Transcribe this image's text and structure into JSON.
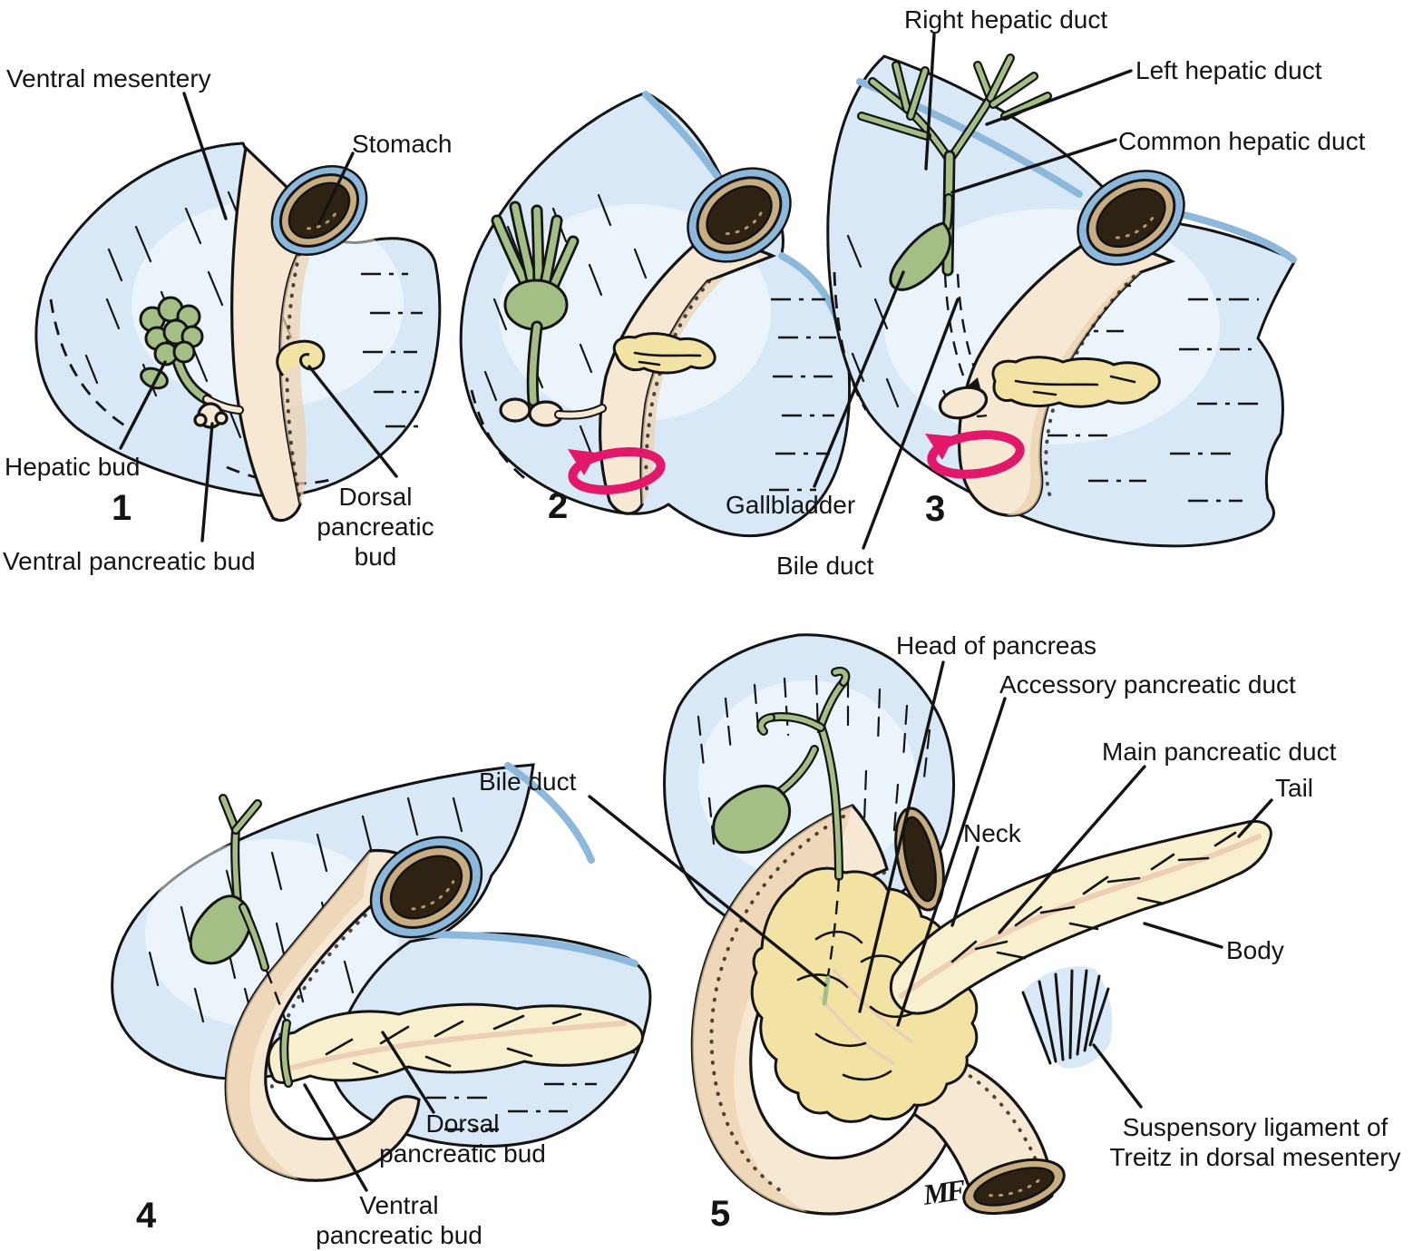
{
  "figure": {
    "description": "Five-stage embryologic development of the pancreas, liver and biliary ducts",
    "colors": {
      "ink": "#141414",
      "mesentery": "#d9e8f6",
      "mesedge": "#8cb8dc",
      "gut": "#f6e8d3",
      "gutshade": "#ecd2ae",
      "green": "#a4bf86",
      "yellow": "#f2e3a5",
      "yellow2": "#f7efcd",
      "pduct": "#eccfb4",
      "pink": "#e2186b",
      "rim": "#c8ad83",
      "lumen": "#2e2213"
    },
    "panels": [
      {
        "number": "1",
        "labels": {
          "ventral_mesentery": "Ventral mesentery",
          "stomach": "Stomach",
          "hepatic_bud": "Hepatic bud",
          "ventral_pancreatic_bud": "Ventral pancreatic bud",
          "dorsal_pancreatic_bud": [
            "Dorsal",
            "pancreatic bud"
          ]
        }
      },
      {
        "number": "2",
        "labels": {}
      },
      {
        "number": "3",
        "labels": {
          "right_hepatic_duct": "Right hepatic duct",
          "left_hepatic_duct": "Left hepatic duct",
          "common_hepatic_duct": "Common hepatic duct",
          "gallbladder": "Gallbladder",
          "bile_duct": "Bile duct"
        }
      },
      {
        "number": "4",
        "labels": {
          "dorsal_pancreatic_bud": [
            "Dorsal",
            "pancreatic bud"
          ],
          "ventral_pancreatic_bud": [
            "Ventral",
            "pancreatic bud"
          ]
        }
      },
      {
        "number": "5",
        "labels": {
          "bile_duct": "Bile duct",
          "head_of_pancreas": "Head of pancreas",
          "accessory_pancreatic_duct": "Accessory pancreatic duct",
          "main_pancreatic_duct": "Main pancreatic duct",
          "tail": "Tail",
          "neck": "Neck",
          "body": "Body",
          "suspensory_ligament": [
            "Suspensory ligament of",
            "Treitz in dorsal mesentery"
          ]
        }
      }
    ],
    "signature": "MF"
  }
}
